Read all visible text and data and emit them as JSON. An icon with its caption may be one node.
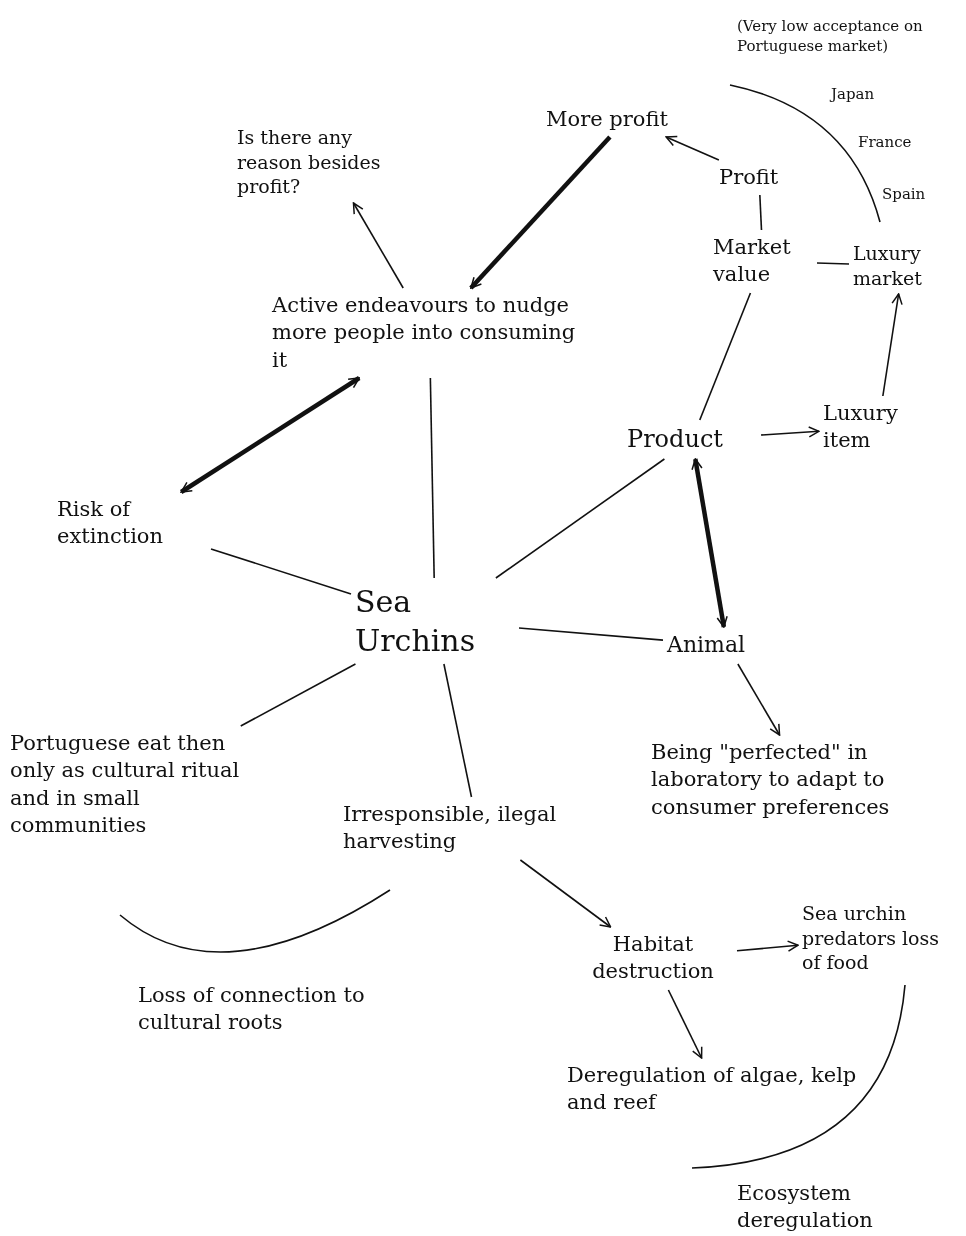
{
  "diagram": {
    "nodes": [
      {
        "text": [
          "Is there any reason besides profit?"
        ]
      },
      {
        "text": [
          "More profit"
        ]
      },
      {
        "text": [
          "Profit"
        ]
      },
      {
        "text": [
          "Market value"
        ]
      },
      {
        "text": [
          "Luxury market"
        ]
      },
      {
        "text": [
          "Active endeavours to nudge more people into consuming it"
        ]
      },
      {
        "text": [
          "Product"
        ]
      },
      {
        "text": [
          "Luxury item"
        ]
      },
      {
        "text": [
          "Risk of extinction"
        ]
      },
      {
        "text": [
          "Sea Urchins"
        ]
      },
      {
        "text": [
          "Animal"
        ]
      },
      {
        "text": [
          "Portuguese eat then only as cultural ritual and in small communities"
        ]
      },
      {
        "text": [
          "Irresponsible, ilegal harvesting"
        ]
      },
      {
        "text": [
          "Being \"perfected\" in laboratory to adapt to consumer preferences"
        ]
      },
      {
        "text": [
          "Habitat destruction"
        ]
      },
      {
        "text": [
          "Sea urchin predators loss of food"
        ]
      },
      {
        "text": [
          "Deregulation of algae, kelp and reef"
        ]
      }
    ],
    "edges": [
      {
        "from": 5,
        "to": 0,
        "arrow": "to"
      },
      {
        "from": 2,
        "to": 1,
        "arrow": "to"
      },
      {
        "from": 1,
        "to": 5,
        "arrow": "to",
        "style": "thick"
      },
      {
        "from": 2,
        "to": 3,
        "arrow": "none"
      },
      {
        "from": 3,
        "to": 4,
        "arrow": "none"
      },
      {
        "from": 6,
        "to": 3,
        "arrow": "none"
      },
      {
        "from": 6,
        "to": 7,
        "arrow": "to"
      },
      {
        "from": 7,
        "to": 4,
        "arrow": "to"
      },
      {
        "from": 8,
        "to": 5,
        "arrow": "both",
        "style": "thick"
      },
      {
        "from": 5,
        "to": 9,
        "arrow": "none"
      },
      {
        "from": 6,
        "to": 9,
        "arrow": "none"
      },
      {
        "from": 8,
        "to": 9,
        "arrow": "none"
      },
      {
        "from": 9,
        "to": 10,
        "arrow": "none"
      },
      {
        "from": 10,
        "to": 6,
        "arrow": "both",
        "style": "thick"
      },
      {
        "from": 10,
        "to": 13,
        "arrow": "to"
      },
      {
        "from": 11,
        "to": 9,
        "arrow": "none"
      },
      {
        "from": 9,
        "to": 12,
        "arrow": "none"
      },
      {
        "from": 12,
        "to": 14,
        "arrow": "to"
      },
      {
        "from": 14,
        "to": 15,
        "arrow": "to"
      },
      {
        "from": 14,
        "to": 16,
        "arrow": "to"
      }
    ],
    "labels": [
      "(Very low acceptance on Portuguese market)",
      "Japan",
      "France",
      "Spain",
      "Loss of connection to cultural roots",
      "Ecosystem deregulation"
    ]
  }
}
